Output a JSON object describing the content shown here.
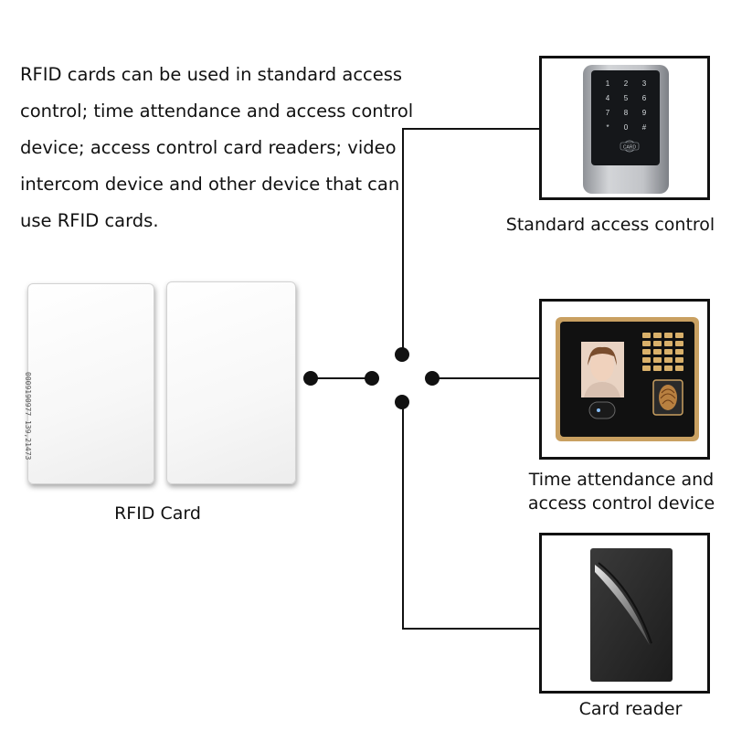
{
  "intro_text": "RFID cards can be used in standard access control; time attendance and access control device; access control card readers; video intercom device and other device that can use RFID cards.",
  "cards": {
    "label": "RFID Card",
    "serial": "0009190977 139,21473"
  },
  "devices": [
    {
      "label": "Standard access control",
      "keypad_keys": [
        "1",
        "2",
        "3",
        "4",
        "5",
        "6",
        "7",
        "8",
        "9",
        "*",
        "0",
        "#"
      ],
      "badge": "CARD"
    },
    {
      "label_line1": "Time attendance and",
      "label_line2": "access control device"
    },
    {
      "label": "Card reader"
    }
  ],
  "colors": {
    "line": "#111111",
    "device_silver": "#b9bcc0",
    "device_gold": "#c9a061",
    "reader_black": "#262626"
  }
}
